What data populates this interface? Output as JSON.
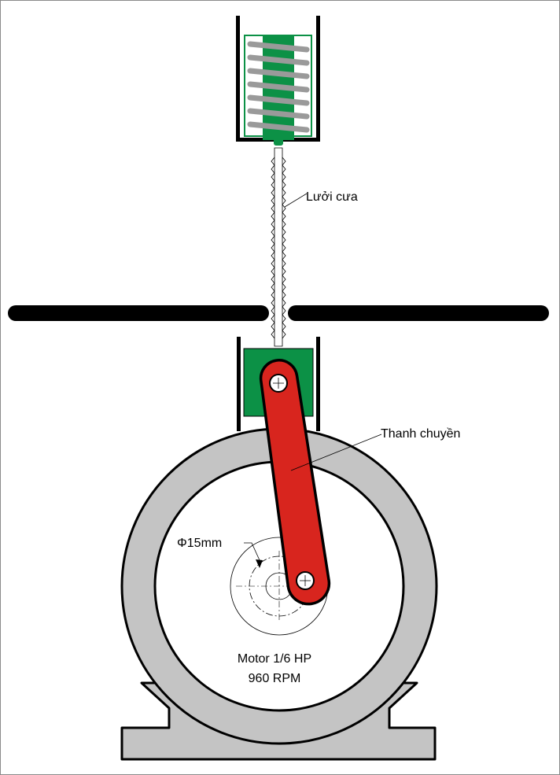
{
  "labels": {
    "saw_blade": "Lưởi cưa",
    "connecting_rod": "Thanh chuyền",
    "diameter": "Φ15mm",
    "motor_line1": "Motor 1/6 HP",
    "motor_line2": "960 RPM"
  },
  "colors": {
    "spring_green": "#0c9146",
    "coil_gray": "#9a9a9a",
    "rod_red": "#d8251e",
    "housing_gray": "#c4c4c4",
    "outline": "#000000"
  }
}
